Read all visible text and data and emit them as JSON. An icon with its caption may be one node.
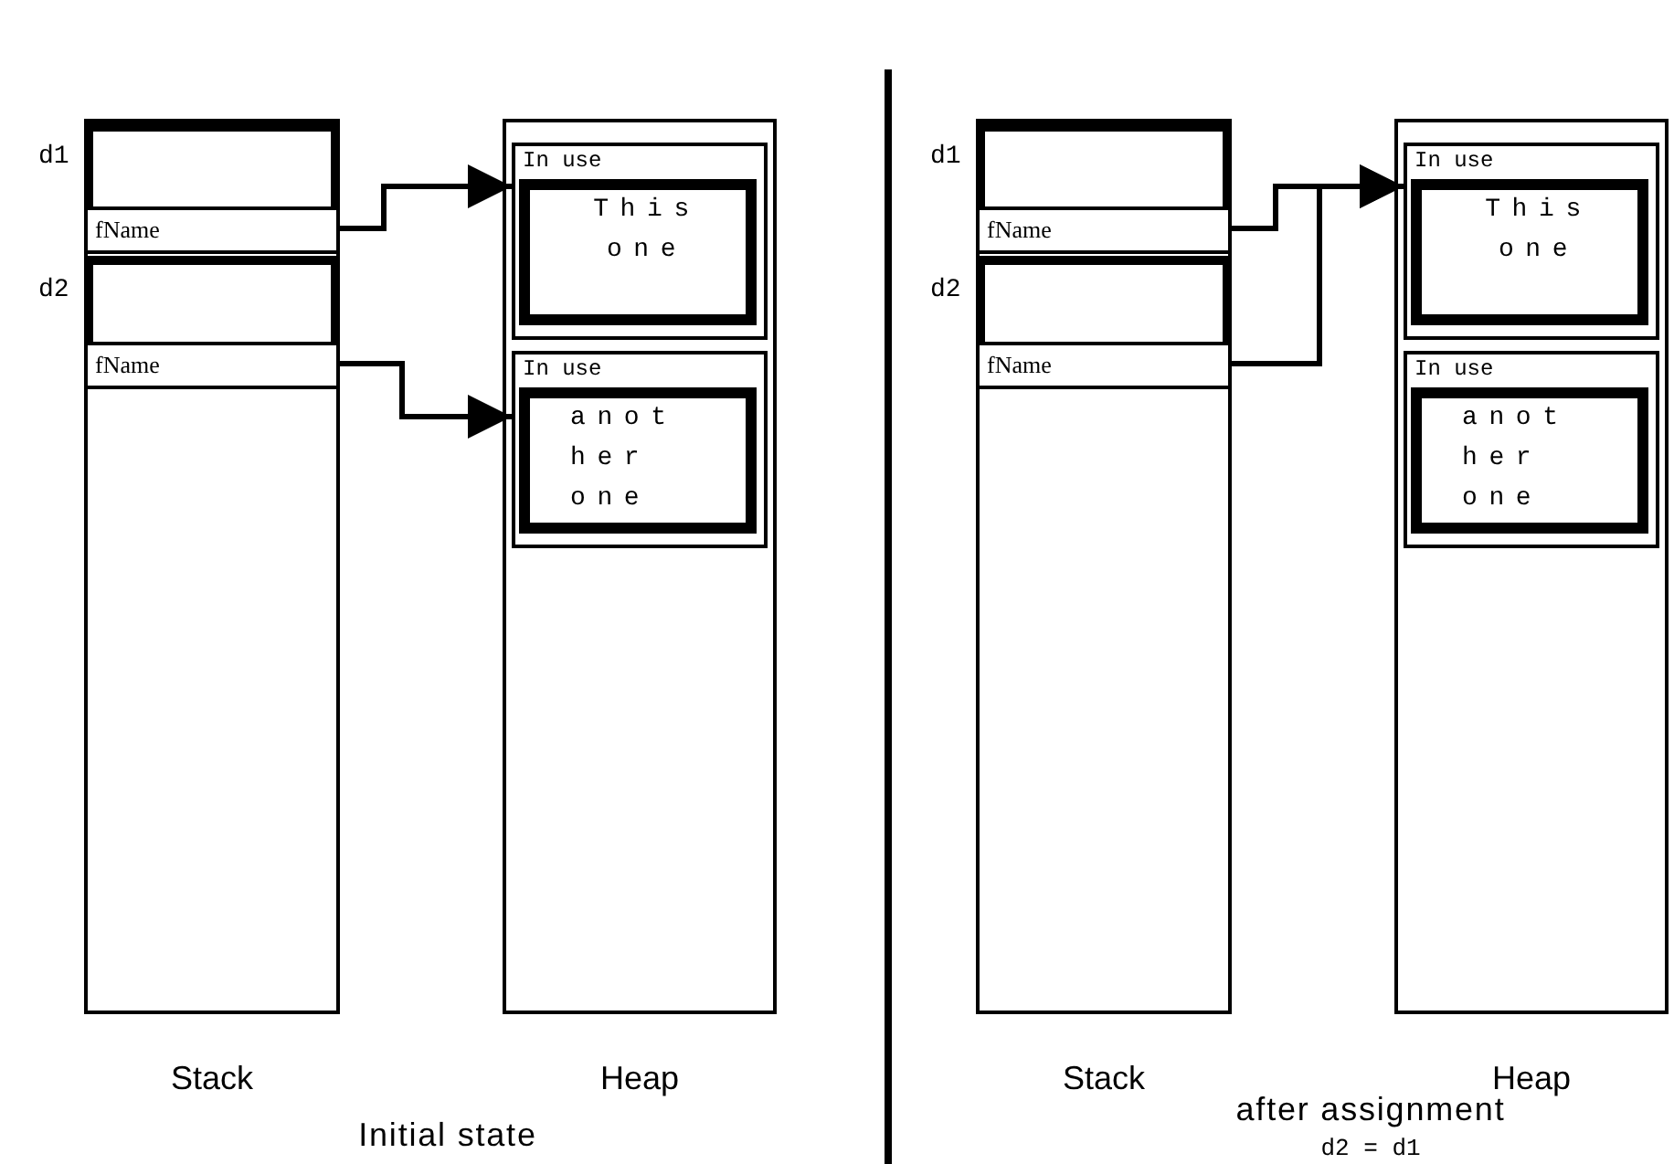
{
  "diagram": {
    "nodes": [
      {
        "text": [
          "Stack"
        ]
      },
      {
        "text": [],
        "shape": "box",
        "in": 0,
        "beside": [
          "d1"
        ]
      },
      {
        "text": [
          "fName"
        ],
        "in": 1
      },
      {
        "text": [],
        "shape": "box",
        "in": 0,
        "beside": [
          "d2"
        ]
      },
      {
        "text": [
          "fName"
        ],
        "in": 3
      },
      {
        "text": [
          "Heap"
        ]
      },
      {
        "text": [
          "In use"
        ],
        "in": 5
      },
      {
        "text": [
          "This one"
        ],
        "in": 6
      },
      {
        "text": [
          "In use"
        ],
        "in": 5
      },
      {
        "text": [
          "anot her one"
        ],
        "in": 8
      },
      {
        "text": [
          "Stack"
        ]
      },
      {
        "text": [],
        "shape": "box",
        "in": 10,
        "beside": [
          "d1"
        ]
      },
      {
        "text": [
          "fName"
        ],
        "in": 11
      },
      {
        "text": [],
        "shape": "box",
        "in": 10,
        "beside": [
          "d2"
        ]
      },
      {
        "text": [
          "fName"
        ],
        "in": 13
      },
      {
        "text": [
          "Heap"
        ]
      },
      {
        "text": [
          "In use"
        ],
        "in": 15
      },
      {
        "text": [
          "This one"
        ],
        "in": 16
      },
      {
        "text": [
          "In use"
        ],
        "in": 15
      },
      {
        "text": [
          "anot her one"
        ],
        "in": 18
      }
    ],
    "edges": [
      {
        "from": 2,
        "to": 6,
        "arrow": "to"
      },
      {
        "from": 4,
        "to": 8,
        "arrow": "to"
      },
      {
        "from": 12,
        "to": 16,
        "arrow": "to"
      },
      {
        "from": 14,
        "to": 16,
        "arrow": "to"
      }
    ],
    "labels": [
      "Initial state",
      "after assignment",
      "d2 = d1"
    ]
  }
}
